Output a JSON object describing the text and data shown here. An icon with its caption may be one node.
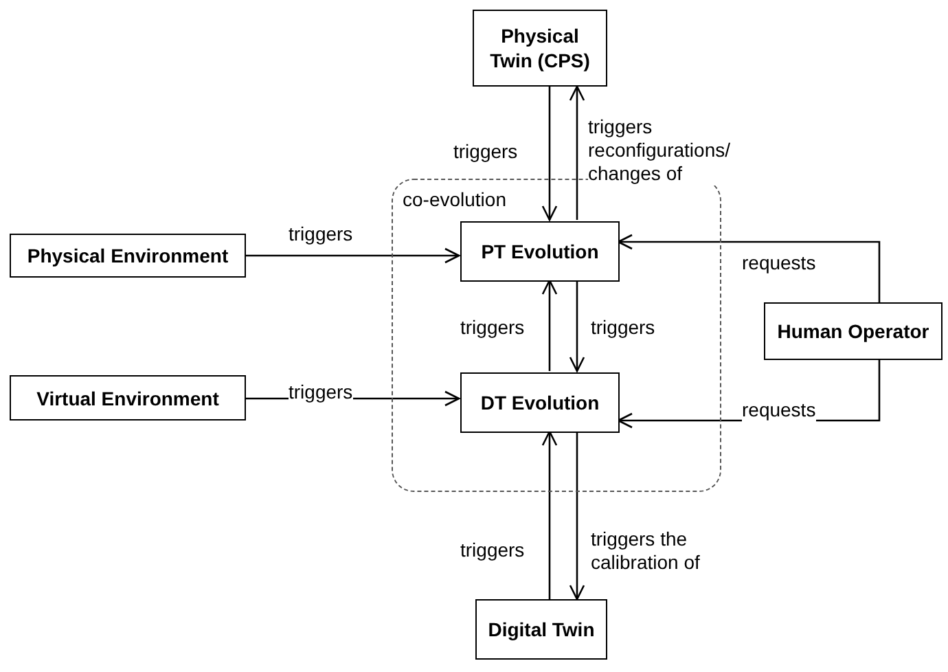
{
  "diagram": {
    "nodes": [
      {
        "text": [
          "Physical Twin (CPS)"
        ]
      },
      {
        "text": [
          "co-evolution"
        ]
      },
      {
        "text": [
          "PT Evolution"
        ],
        "in": 1
      },
      {
        "text": [
          "DT Evolution"
        ],
        "in": 1
      },
      {
        "text": [
          "Physical Environment"
        ]
      },
      {
        "text": [
          "Virtual Environment"
        ]
      },
      {
        "text": [
          "Human Operator"
        ]
      },
      {
        "text": [
          "Digital Twin"
        ]
      }
    ],
    "edges": [
      {
        "from": 0,
        "to": 2,
        "arrow": "to",
        "label": "triggers"
      },
      {
        "from": 2,
        "to": 0,
        "arrow": "to",
        "label": "triggers reconfigurations/ changes of"
      },
      {
        "from": 4,
        "to": 2,
        "arrow": "to",
        "label": "triggers"
      },
      {
        "from": 3,
        "to": 2,
        "arrow": "to",
        "label": "triggers"
      },
      {
        "from": 2,
        "to": 3,
        "arrow": "to",
        "label": "triggers"
      },
      {
        "from": 5,
        "to": 3,
        "arrow": "to",
        "label": "triggers"
      },
      {
        "from": 6,
        "to": 2,
        "arrow": "to",
        "label": "requests"
      },
      {
        "from": 6,
        "to": 3,
        "arrow": "to",
        "label": "requests"
      },
      {
        "from": 7,
        "to": 3,
        "arrow": "to",
        "label": "triggers"
      },
      {
        "from": 3,
        "to": 7,
        "arrow": "to",
        "label": "triggers the calibration of"
      }
    ]
  }
}
